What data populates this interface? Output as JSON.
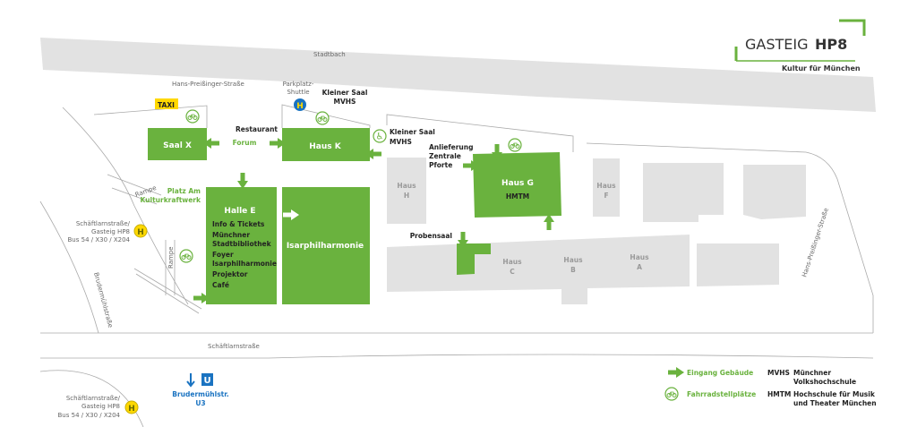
{
  "colors": {
    "green": "#6ab23e",
    "gray": "#e2e2e2",
    "taxi": "#ffd800",
    "ubahn": "#1a73c1"
  },
  "logo": {
    "name": "GASTEIG",
    "suffix": "HP8",
    "tagline": "Kultur für München"
  },
  "streets": {
    "stadtbach": "Stadtbach",
    "hans_top": "Hans-Preißinger-Straße",
    "hans_right": "Hans-Preißinger-Straße",
    "schaeft": "Schäftlarnstraße",
    "bruder": "Brudermühlstraße",
    "rampe1": "Rampe",
    "rampe2": "Rampe"
  },
  "buildings": {
    "saal_x": "Saal X",
    "haus_k": "Haus K",
    "halle_e": "Halle E",
    "isar": "Isarphilharmonie",
    "haus_g": "Haus G",
    "haus_g_sub": "HMTM",
    "haus_h": [
      "Haus",
      "H"
    ],
    "haus_f": [
      "Haus",
      "F"
    ],
    "haus_c": [
      "Haus",
      "C"
    ],
    "haus_b": [
      "Haus",
      "B"
    ],
    "haus_a": [
      "Haus",
      "A"
    ]
  },
  "halle_e_items": [
    "Info & Tickets",
    "Münchner",
    "Stadtbibliothek",
    "Foyer",
    "Isarphilharmonie",
    "Projektor",
    "Café"
  ],
  "labels": {
    "taxi": "TAXI",
    "parkplatz": [
      "Parkplatz-",
      "Shuttle"
    ],
    "kleiner_saal_1": [
      "Kleiner Saal",
      "MVHS"
    ],
    "kleiner_saal_2": [
      "Kleiner Saal",
      "MVHS"
    ],
    "restaurant": "Restaurant",
    "forum": "Forum",
    "platz": [
      "Platz Am",
      "Kulturkraftwerk"
    ],
    "anlieferung": [
      "Anlieferung",
      "Zentrale",
      "Pforte"
    ],
    "probensaal": "Probensaal",
    "bus1": [
      "Schäftlarnstraße/",
      "Gasteig HP8",
      "Bus 54 / X30 / X204"
    ],
    "bus2": [
      "Schäftlarnstraße/",
      "Gasteig HP8",
      "Bus 54 / X30 / X204"
    ],
    "ubahn": [
      "Brudermühlstr.",
      "U3"
    ],
    "h": "H",
    "u": "U"
  },
  "legend": {
    "entrance": "Eingang Gebäude",
    "bikes": "Fahrradstellplätze",
    "abbr": [
      {
        "key": "MVHS",
        "value": [
          "Münchner",
          "Volkshochschule"
        ]
      },
      {
        "key": "HMTM",
        "value": [
          "Hochschule für Musik",
          "und Theater München"
        ]
      }
    ]
  }
}
